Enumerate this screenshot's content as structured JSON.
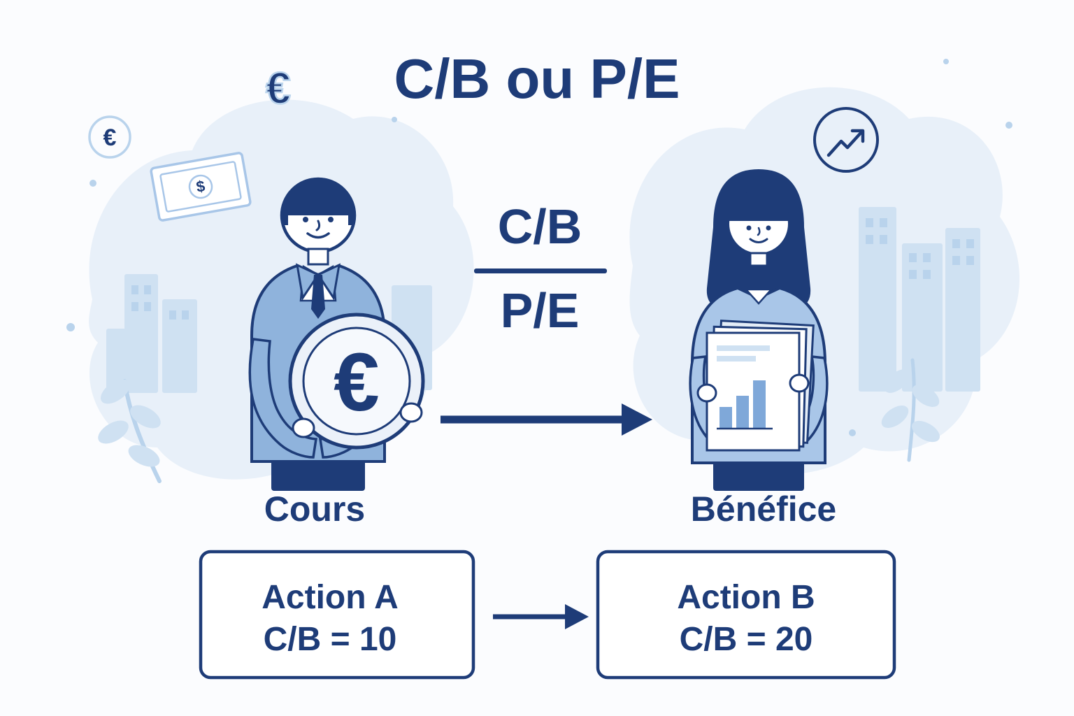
{
  "title": "C/B ou P/E",
  "formula": {
    "numerator": "C/B",
    "denominator": "P/E"
  },
  "figures": {
    "left": {
      "label": "Cours"
    },
    "right": {
      "label": "Bénéfice"
    }
  },
  "comparison": {
    "box_a": {
      "line1": "Action A",
      "line2": "C/B = 10"
    },
    "box_b": {
      "line1": "Action B",
      "line2": "C/B = 20"
    }
  },
  "symbols": {
    "euro": "€",
    "dollar": "$"
  },
  "colors": {
    "navy": "#1e3c78",
    "suit": "#8fb3dc",
    "blouse": "#a9c6e8",
    "blob": "#e8f0f9",
    "mid": "#cfe1f2",
    "soft": "#b9d3ec",
    "outline": "#a8c6e8",
    "bar": "#7fa8d9",
    "coin": "#ebf1f9",
    "bg": "#fbfcfe"
  }
}
